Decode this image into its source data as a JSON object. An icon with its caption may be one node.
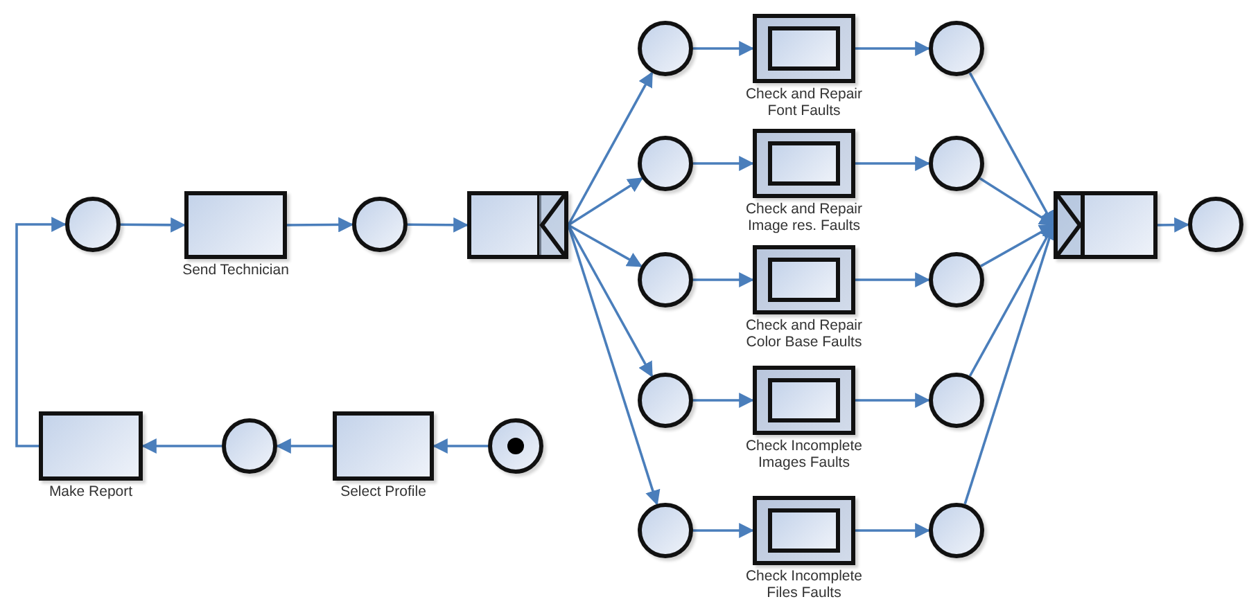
{
  "diagram": {
    "nodes": [
      {
        "text": [],
        "shape": "circle"
      },
      {
        "text": [
          "Send Technician"
        ]
      },
      {
        "text": [],
        "shape": "circle"
      },
      {
        "text": [],
        "shape": "box"
      },
      {
        "text": [],
        "shape": "circle"
      },
      {
        "text": [],
        "shape": "circle"
      },
      {
        "text": [],
        "shape": "circle"
      },
      {
        "text": [],
        "shape": "circle"
      },
      {
        "text": [],
        "shape": "circle"
      },
      {
        "text": [
          "Check and Repair Font Faults"
        ]
      },
      {
        "text": [
          "Check and Repair Image res. Faults"
        ]
      },
      {
        "text": [
          "Check and Repair Color Base Faults"
        ]
      },
      {
        "text": [
          "Check Incomplete Images Faults"
        ]
      },
      {
        "text": [
          "Check Incomplete Files Faults"
        ]
      },
      {
        "text": [],
        "shape": "circle"
      },
      {
        "text": [],
        "shape": "circle"
      },
      {
        "text": [],
        "shape": "circle"
      },
      {
        "text": [],
        "shape": "circle"
      },
      {
        "text": [],
        "shape": "circle"
      },
      {
        "text": [],
        "shape": "box"
      },
      {
        "text": [],
        "shape": "circle"
      },
      {
        "text": [],
        "shape": "circle"
      },
      {
        "text": [
          "Select Profile"
        ]
      },
      {
        "text": [],
        "shape": "circle"
      },
      {
        "text": [
          "Make Report"
        ]
      }
    ],
    "edges": [
      {
        "from": 0,
        "to": 1,
        "arrow": "to"
      },
      {
        "from": 1,
        "to": 2,
        "arrow": "to"
      },
      {
        "from": 2,
        "to": 3,
        "arrow": "to"
      },
      {
        "from": 3,
        "to": 4,
        "arrow": "to"
      },
      {
        "from": 3,
        "to": 5,
        "arrow": "to"
      },
      {
        "from": 3,
        "to": 6,
        "arrow": "to"
      },
      {
        "from": 3,
        "to": 7,
        "arrow": "to"
      },
      {
        "from": 3,
        "to": 8,
        "arrow": "to"
      },
      {
        "from": 4,
        "to": 9,
        "arrow": "to"
      },
      {
        "from": 5,
        "to": 10,
        "arrow": "to"
      },
      {
        "from": 6,
        "to": 11,
        "arrow": "to"
      },
      {
        "from": 7,
        "to": 12,
        "arrow": "to"
      },
      {
        "from": 8,
        "to": 13,
        "arrow": "to"
      },
      {
        "from": 9,
        "to": 14,
        "arrow": "to"
      },
      {
        "from": 10,
        "to": 15,
        "arrow": "to"
      },
      {
        "from": 11,
        "to": 16,
        "arrow": "to"
      },
      {
        "from": 12,
        "to": 17,
        "arrow": "to"
      },
      {
        "from": 13,
        "to": 18,
        "arrow": "to"
      },
      {
        "from": 14,
        "to": 19,
        "arrow": "to"
      },
      {
        "from": 15,
        "to": 19,
        "arrow": "to"
      },
      {
        "from": 16,
        "to": 19,
        "arrow": "to"
      },
      {
        "from": 17,
        "to": 19,
        "arrow": "to"
      },
      {
        "from": 18,
        "to": 19,
        "arrow": "to"
      },
      {
        "from": 19,
        "to": 20,
        "arrow": "to"
      },
      {
        "from": 21,
        "to": 22,
        "arrow": "to"
      },
      {
        "from": 22,
        "to": 23,
        "arrow": "to"
      },
      {
        "from": 23,
        "to": 24,
        "arrow": "to"
      },
      {
        "from": 24,
        "to": 0,
        "arrow": "to"
      }
    ]
  }
}
